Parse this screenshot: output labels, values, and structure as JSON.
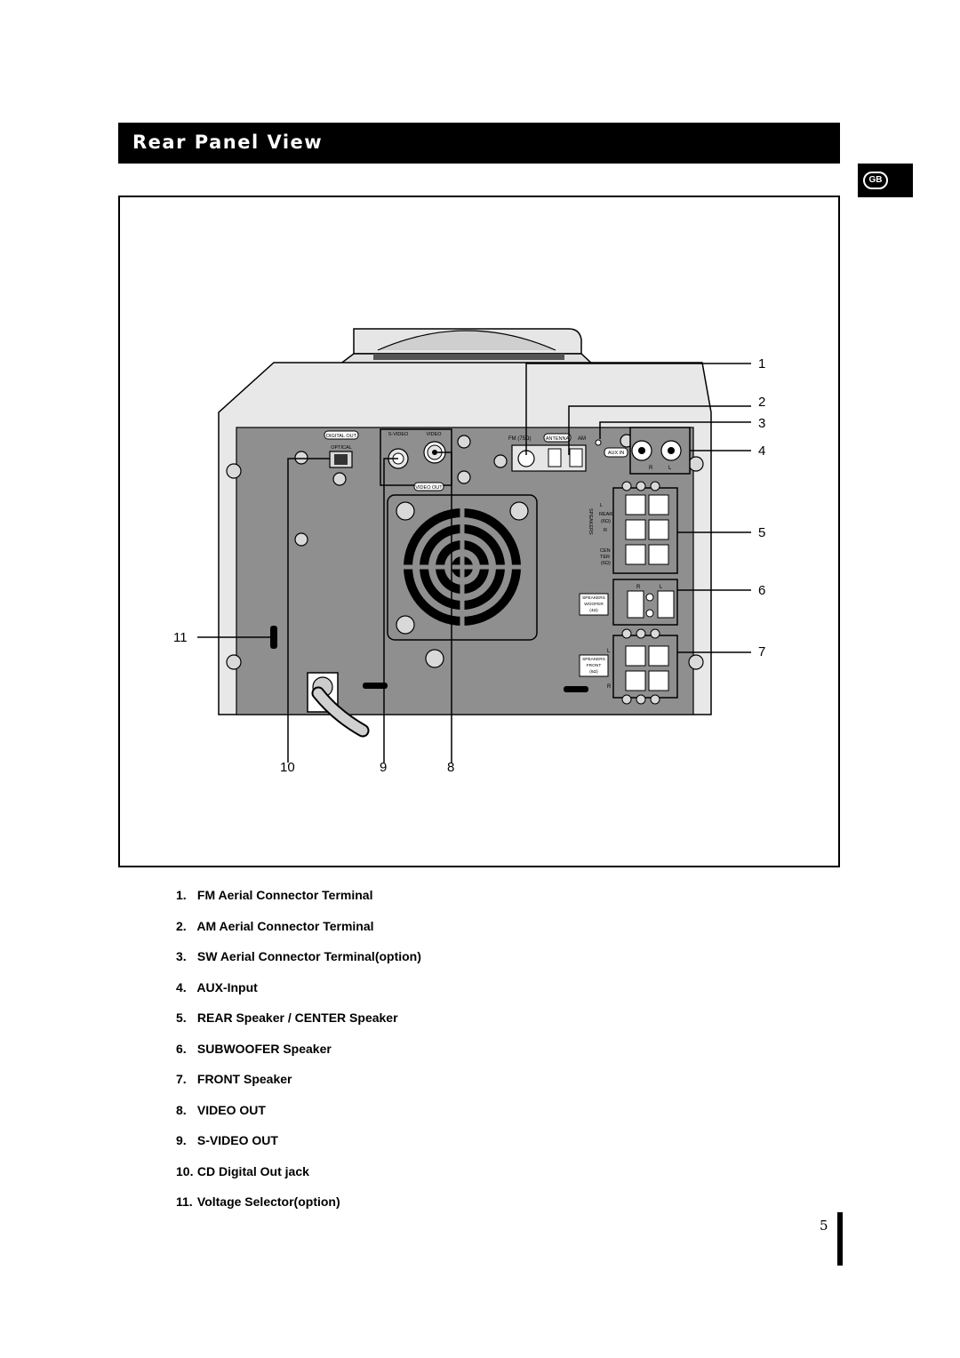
{
  "header": {
    "title": "Rear Panel View",
    "lang_badge": "GB"
  },
  "diagram": {
    "panel_labels": {
      "digital_out": "DIGITAL OUT",
      "optical": "OPTICAL",
      "s_video": "S-VIDEO",
      "video": "VIDEO",
      "video_out": "VIDEO OUT",
      "fm": "FM (75Ω)",
      "antenna": "ANTENNA",
      "am": "AM",
      "aux_in": "AUX IN",
      "aux_r": "R",
      "aux_l": "L",
      "speakers_vertical": "SPEAKERS",
      "rear_label": "REAR",
      "rear_ohm": "(6Ω)",
      "center_label": "CEN",
      "center_label2": "TER",
      "center_ohm": "(6Ω)",
      "woofer_r": "R",
      "woofer_l": "L",
      "woofer_label1": "SPEAKERS",
      "woofer_label2": "WOOFER",
      "woofer_ohm": "(4Ω)",
      "front_label1": "SPEAKERS",
      "front_label2": "FRONT",
      "front_ohm": "(6Ω)",
      "front_l": "L",
      "front_r": "R",
      "rear_l": "L",
      "rear_r": "R"
    },
    "callouts": [
      "1",
      "2",
      "3",
      "4",
      "5",
      "6",
      "7",
      "8",
      "9",
      "10",
      "11"
    ]
  },
  "legend": [
    {
      "num": "1.",
      "text": "FM Aerial Connector Terminal"
    },
    {
      "num": "2.",
      "text": "AM Aerial Connector Terminal"
    },
    {
      "num": "3.",
      "text": "SW Aerial Connector Terminal(option)"
    },
    {
      "num": "4.",
      "text": "AUX-Input"
    },
    {
      "num": "5.",
      "text": "REAR Speaker / CENTER Speaker"
    },
    {
      "num": "6.",
      "text": "SUBWOOFER Speaker"
    },
    {
      "num": "7.",
      "text": "FRONT Speaker"
    },
    {
      "num": "8.",
      "text": "VIDEO OUT"
    },
    {
      "num": "9.",
      "text": "S-VIDEO OUT"
    },
    {
      "num": "10.",
      "text": "CD Digital Out jack"
    },
    {
      "num": "11.",
      "text": "Voltage Selector(option)"
    }
  ],
  "footer": {
    "page_number": "5"
  }
}
